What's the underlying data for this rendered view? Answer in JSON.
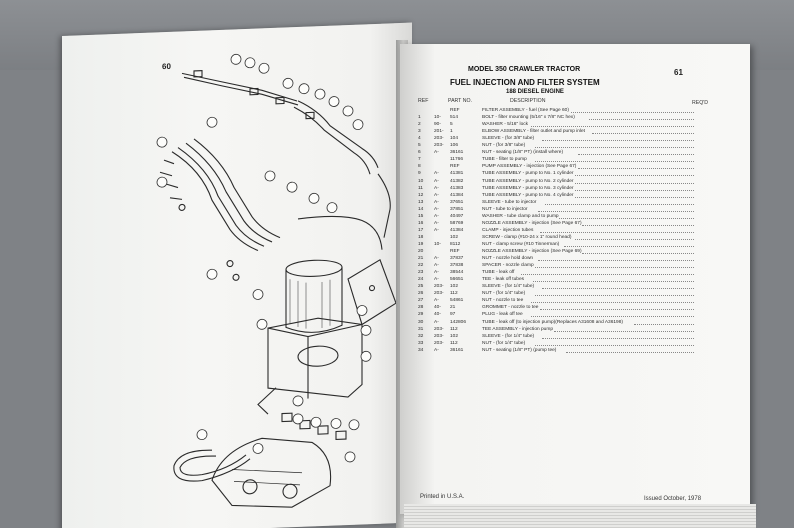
{
  "left_page": {
    "page_number": "60"
  },
  "right_page": {
    "page_number": "61",
    "model_title": "MODEL 350 CRAWLER TRACTOR",
    "section_title": "FUEL INJECTION AND FILTER SYSTEM",
    "engine": "188 DIESEL ENGINE",
    "column_headers": {
      "ref": "REF",
      "part_no": "PART NO.",
      "description": "DESCRIPTION",
      "reqd": "REQ'D"
    },
    "parts": [
      {
        "ref": "",
        "pre": "",
        "no": "REF",
        "desc": "FILTER ASSEMBLY - fuel (See Page 60)"
      },
      {
        "ref": "1",
        "pre": "10-",
        "no": "514",
        "desc": "BOLT - filter mounting (5/16\" x 7/8\" NC hex)"
      },
      {
        "ref": "2",
        "pre": "90-",
        "no": "5",
        "desc": "WASHER - 5/16\" lock"
      },
      {
        "ref": "3",
        "pre": "201-",
        "no": "1",
        "desc": "ELBOW ASSEMBLY - filter outlet and pump inlet"
      },
      {
        "ref": "4",
        "pre": "203-",
        "no": "104",
        "desc": "SLEEVE - (for 3/8\" tube)"
      },
      {
        "ref": "5",
        "pre": "203-",
        "no": "106",
        "desc": "NUT - (for 3/8\" tube)"
      },
      {
        "ref": "6",
        "pre": "A-",
        "no": "36161",
        "desc": "NUT - seating (1/8\" PT) (install where)"
      },
      {
        "ref": "7",
        "pre": "",
        "no": "11766",
        "desc": "TUBE - filter to pump"
      },
      {
        "ref": "8",
        "pre": "",
        "no": "REF",
        "desc": "PUMP ASSEMBLY - injection (See Page 67)"
      },
      {
        "ref": "9",
        "pre": "A-",
        "no": "41381",
        "desc": "TUBE ASSEMBLY - pump to No. 1 cylinder"
      },
      {
        "ref": "10",
        "pre": "A-",
        "no": "41382",
        "desc": "TUBE ASSEMBLY - pump to No. 2 cylinder"
      },
      {
        "ref": "11",
        "pre": "A-",
        "no": "41383",
        "desc": "TUBE ASSEMBLY - pump to No. 3 cylinder"
      },
      {
        "ref": "12",
        "pre": "A-",
        "no": "41384",
        "desc": "TUBE ASSEMBLY - pump to No. 4 cylinder"
      },
      {
        "ref": "13",
        "pre": "A-",
        "no": "37651",
        "desc": "SLEEVE - tube to injector"
      },
      {
        "ref": "14",
        "pre": "A-",
        "no": "37851",
        "desc": "NUT - tube to injector"
      },
      {
        "ref": "15",
        "pre": "A-",
        "no": "40497",
        "desc": "WASHER - tube clamp and to pump"
      },
      {
        "ref": "16",
        "pre": "A-",
        "no": "58769",
        "desc": "NOZZLE ASSEMBLY - injection (See Page 67)"
      },
      {
        "ref": "17",
        "pre": "A-",
        "no": "41384",
        "desc": "CLAMP - injection tubes"
      },
      {
        "ref": "18",
        "pre": "",
        "no": "102",
        "desc": "SCREW - clamp (#10-24 x 1\" round head)"
      },
      {
        "ref": "19",
        "pre": "10-",
        "no": "8112",
        "desc": "NUT - clamp screw (#10 Tinnerman)"
      },
      {
        "ref": "20",
        "pre": "",
        "no": "REF",
        "desc": "NOZZLE ASSEMBLY - injection (See Page 69)"
      },
      {
        "ref": "21",
        "pre": "A-",
        "no": "37837",
        "desc": "NUT - nozzle hold down"
      },
      {
        "ref": "22",
        "pre": "A-",
        "no": "37838",
        "desc": "SPACER - nozzle clamp"
      },
      {
        "ref": "23",
        "pre": "A-",
        "no": "38544",
        "desc": "TUBE - leak off"
      },
      {
        "ref": "24",
        "pre": "A-",
        "no": "56651",
        "desc": "TEE - leak off tubes"
      },
      {
        "ref": "25",
        "pre": "203-",
        "no": "102",
        "desc": "SLEEVE - (for 1/4\" tube)"
      },
      {
        "ref": "26",
        "pre": "203-",
        "no": "112",
        "desc": "NUT - (for 1/4\" tube)"
      },
      {
        "ref": "27",
        "pre": "A-",
        "no": "54861",
        "desc": "NUT - nozzle to tee"
      },
      {
        "ref": "28",
        "pre": "40-",
        "no": "21",
        "desc": "GROMMET - nozzle to tee"
      },
      {
        "ref": "29",
        "pre": "40-",
        "no": "97",
        "desc": "PLUG - leak off tee"
      },
      {
        "ref": "30",
        "pre": "A-",
        "no": "142806",
        "desc": "TUBE - leak off (to injection pump)(Replaces A31608 and A36198)"
      },
      {
        "ref": "31",
        "pre": "203-",
        "no": "112",
        "desc": "TEE ASSEMBLY - injection pump"
      },
      {
        "ref": "32",
        "pre": "203-",
        "no": "102",
        "desc": "SLEEVE - (for 1/4\" tube)"
      },
      {
        "ref": "33",
        "pre": "203-",
        "no": "112",
        "desc": "NUT - (for 1/4\" tube)"
      },
      {
        "ref": "34",
        "pre": "A-",
        "no": "36161",
        "desc": "NUT - seating (1/8\" PT) (pump tee)"
      }
    ],
    "footer_left": "Printed in U.S.A.",
    "footer_right": "Issued October, 1978"
  },
  "colors": {
    "paper": "#f7f7f5",
    "ink": "#2c2c2c",
    "background": "#7f8286"
  }
}
